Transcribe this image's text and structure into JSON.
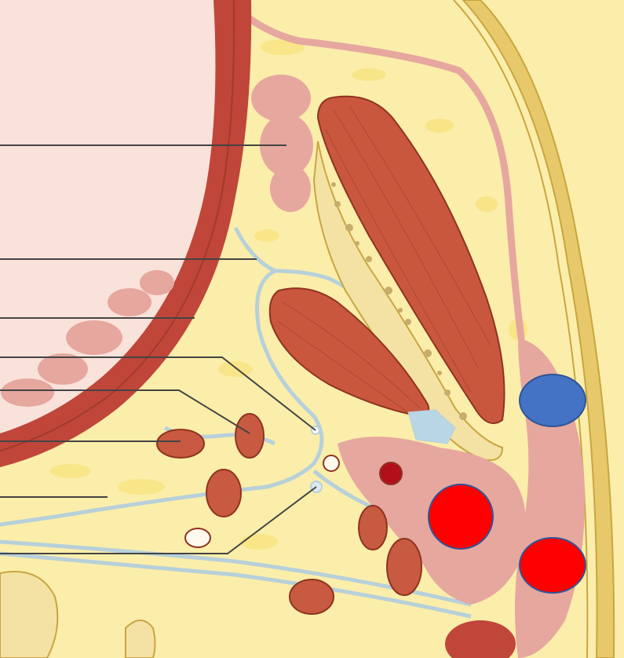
{
  "diagram": {
    "type": "anatomical cross-section illustration",
    "palette": {
      "fat": "#fbeeaa",
      "fat_spot": "#f6e27a",
      "skin": "#e7c86a",
      "skin_edge": "#c9a542",
      "muscle": "#c9573e",
      "muscle_dark": "#8e3420",
      "bone": "#f3e2a4",
      "bone_spot": "#c7ad6a",
      "gland": "#e6a79f",
      "vessel": "#c75a40",
      "organ_wall": "#c0463a",
      "organ_fill": "#f9e2da",
      "fascia": "#b7d0da",
      "cartilage": "#b9d6e4",
      "leader": "#444444",
      "marker_blue": "#4472c4",
      "marker_red": "#ff0000",
      "marker_stroke": "#2f5597"
    },
    "leader_line_count": 8,
    "markers": [
      {
        "kind": "blue-oval"
      },
      {
        "kind": "red-circle"
      },
      {
        "kind": "red-circle"
      }
    ]
  }
}
